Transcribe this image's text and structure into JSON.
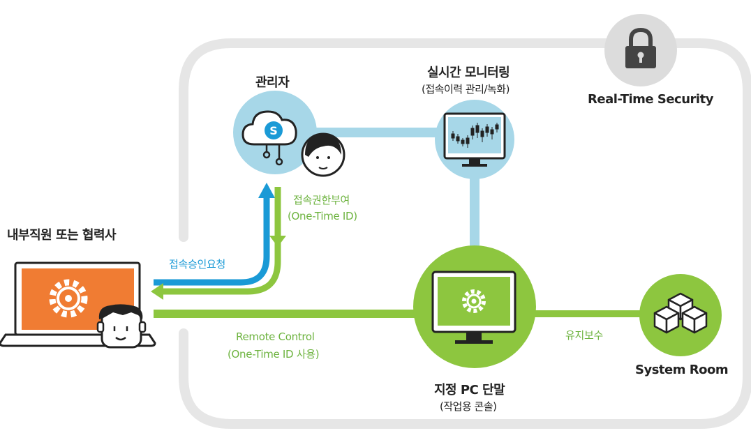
{
  "nodes": {
    "admin": {
      "label": "관리자"
    },
    "monitoring": {
      "label": "실시간 모니터링",
      "sublabel": "(접속이력 관리/녹화)"
    },
    "security": {
      "label": "Real-Time Security"
    },
    "user": {
      "label": "내부직원 또는 협력사"
    },
    "designated_pc": {
      "label": "지정 PC 단말",
      "sublabel": "(작업용 콘솔)"
    },
    "system_room": {
      "label": "System Room"
    }
  },
  "flows": {
    "grant": {
      "line1": "접속권한부여",
      "line2": "(One-Time ID)"
    },
    "request": {
      "label": "접속승인요청"
    },
    "remote": {
      "line1": "Remote Control",
      "line2": "(One-Time ID 사용)"
    },
    "maintenance": {
      "label": "유지보수"
    }
  },
  "icons": {
    "cloud_letter": "S"
  },
  "colors": {
    "frame": "#e6e6e6",
    "circle_light": "#dcdcdc",
    "circle_blue": "#a7d7e8",
    "line_blue": "#a7d7e8",
    "green": "#8dc63f",
    "arrow_blue": "#1a9ad6",
    "orange": "#f07c33",
    "dark": "#222222"
  }
}
